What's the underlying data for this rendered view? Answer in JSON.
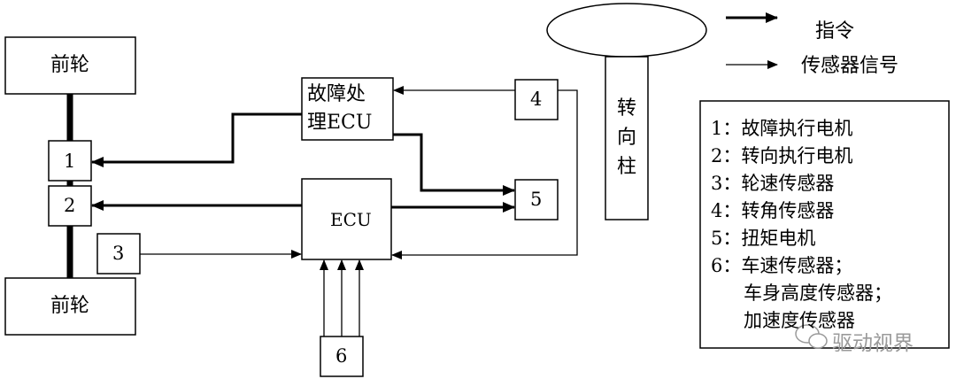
{
  "legend_top": {
    "command_label": "指令",
    "sensor_signal_label": "传感器信号"
  },
  "blocks": {
    "front_wheel_top": "前轮",
    "front_wheel_bottom": "前轮",
    "fault_ecu_line1": "故障处",
    "fault_ecu_line2": "理ECU",
    "main_ecu": "ECU",
    "steering_column": [
      "转",
      "向",
      "柱"
    ],
    "box1": "1",
    "box2": "2",
    "box3": "3",
    "box4": "4",
    "box5": "5",
    "box6": "6"
  },
  "legend_box": {
    "items": [
      "1：故障执行电机",
      "2：转向执行电机",
      "3：轮速传感器",
      "4：转角传感器",
      "5：扭矩电机",
      "6：车速传感器；",
      "车身高度传感器；",
      "加速度传感器"
    ]
  },
  "watermark": {
    "text": "驱动视界"
  },
  "colors": {
    "line": "#000000",
    "background": "#ffffff",
    "watermark": "#9a9a9a"
  }
}
